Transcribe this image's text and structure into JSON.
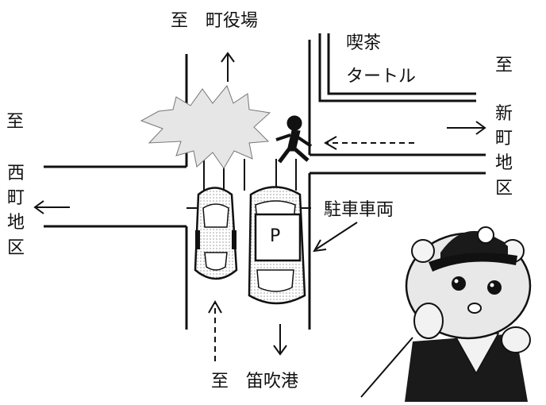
{
  "labels": {
    "top": "至　町役場",
    "bottom": "至　笛吹港",
    "cafe_line1": "喫茶",
    "cafe_line2": "タートル",
    "right_to": "至",
    "right_area": [
      "新",
      "町",
      "地",
      "区"
    ],
    "left_to": "至",
    "left_area": [
      "西",
      "町",
      "地",
      "区"
    ],
    "parked_car": "駐車車両",
    "parking_mark": "P"
  },
  "colors": {
    "line": "#111111",
    "crash_fill": "#e6e6e6",
    "mascot_face": "#e8e8e8",
    "mascot_cap": "#1a1a1a"
  },
  "icons": [
    "pedestrian-icon",
    "crash-burst-icon",
    "police-mascot-icon",
    "car-icon",
    "parking-icon"
  ]
}
